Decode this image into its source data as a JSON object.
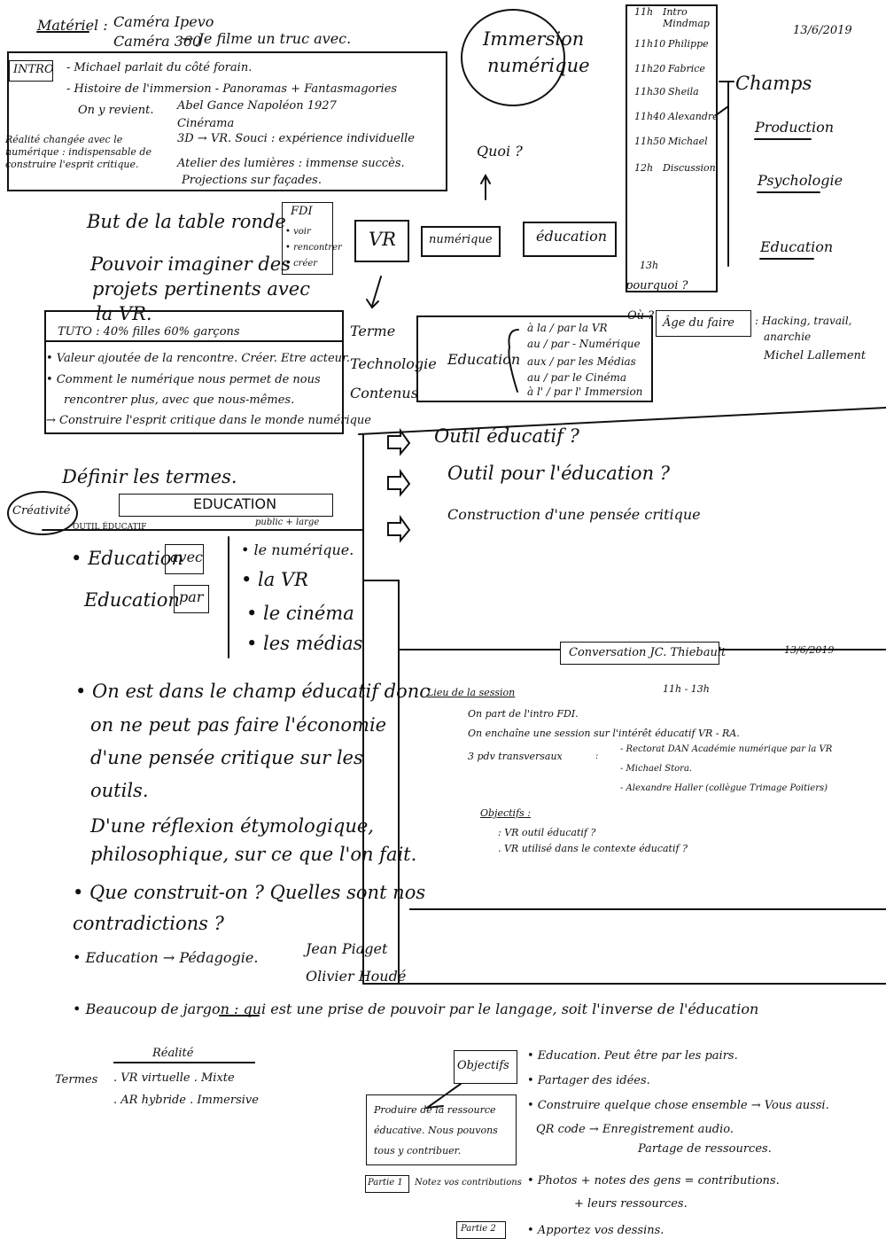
{
  "header": {
    "materiel_label": "Matériel :",
    "materiel_line1": "Caméra Ipevo",
    "materiel_line2": "Caméra 360",
    "film_note": "Je filme un truc avec.",
    "title_circle_line1": "Immersion",
    "title_circle_line2": "numérique",
    "date": "13/6/2019",
    "quoi": "Quoi ?",
    "pourquoi": "pourquoi ?",
    "ou": "Où ?"
  },
  "intro": {
    "label": "INTRO",
    "lines": [
      "- Michael parlait du côté forain.",
      "- Histoire de l'immersion - Panoramas + Fantasmagories",
      "Abel Gance Napoléon 1927",
      "Cinérama",
      "3D → VR. Souci : expérience individuelle",
      "Atelier des lumières : immense succès.",
      "Projections sur façades."
    ],
    "side_label": "On y revient.",
    "side_note_lines": [
      "Réalité changée avec le",
      "numérique : indispensable de",
      "construire l'esprit critique."
    ]
  },
  "schedule": {
    "rows": [
      {
        "time": "11h",
        "name": "Intro Mindmap"
      },
      {
        "time": "11h10",
        "name": "Philippe"
      },
      {
        "time": "11h20",
        "name": "Fabrice"
      },
      {
        "time": "11h30",
        "name": "Sheila"
      },
      {
        "time": "11h40",
        "name": "Alexandre"
      },
      {
        "time": "11h50",
        "name": "Michael"
      },
      {
        "time": "12h",
        "name": "Discussion"
      },
      {
        "time": "13h",
        "name": ""
      }
    ]
  },
  "champs": {
    "title": "Champs",
    "items": [
      "Production",
      "Psychologie",
      "Education"
    ]
  },
  "but": {
    "title": "But de la table ronde",
    "fdi_title": "FDI",
    "fdi_items": [
      "• voir",
      "• rencontrer",
      "• créer"
    ],
    "text_lines": [
      "Pouvoir imaginer des",
      "projets pertinents avec",
      "la VR."
    ]
  },
  "keywords": {
    "vr": "VR",
    "numerique": "numérique",
    "education": "éducation"
  },
  "tuto": {
    "title": "TUTO : 40% filles 60% garçons",
    "items": [
      "• Valeur ajoutée de la rencontre. Créer. Etre acteur.",
      "• Comment le numérique nous permet de nous",
      "rencontrer plus, avec que nous-mêmes.",
      "→ Construire l'esprit critique dans le monde numérique"
    ],
    "side_words": [
      "Terme",
      "Technologie",
      "Contenus"
    ]
  },
  "education_box": {
    "label": "Education",
    "branches": [
      "à la / par la VR",
      "au / par - Numérique",
      "aux / par les Médias",
      "au / par le Cinéma",
      "à l' / par l' Immersion"
    ]
  },
  "age": {
    "title": "Âge du faire",
    "note_line1": ": Hacking, travail,",
    "note_line2": "anarchie",
    "author": "Michel Lallement"
  },
  "outils": [
    "Outil éducatif ?",
    "Outil pour l'éducation ?",
    "Construction d'une pensée critique"
  ],
  "definir": {
    "title": "Définir les termes.",
    "creativite": "Créativité",
    "education_label": "EDUCATION",
    "outil_educatif": "OUTIL ÉDUCATIF",
    "public_large": "public + large",
    "avec_left": "Education",
    "avec_box": "avec",
    "par_left": "Education",
    "par_box": "par",
    "list": [
      "• le numérique.",
      "• la VR",
      "• le cinéma",
      "• les médias"
    ]
  },
  "notes": {
    "lines": [
      "• On est dans le champ éducatif donc",
      "on ne peut pas faire l'économie",
      "d'une pensée critique sur les",
      "outils.",
      "D'une réflexion étymologique,",
      "philosophique, sur ce que l'on fait.",
      "• Que construit-on ? Quelles sont nos",
      "contradictions ?",
      "• Education → Pédagogie.",
      "Jean Piaget",
      "Olivier Houdé"
    ],
    "jargon": "• Beaucoup de jargon : qui est une prise de pouvoir par le langage, soit l'inverse de l'éducation"
  },
  "conversation": {
    "title": "Conversation JC. Thiebault",
    "date": "13/6/2019",
    "hours": "11h - 13h",
    "section": "Lieu de la session",
    "lines": [
      "On part de l'intro FDI.",
      "On enchaîne une session sur l'intérêt éducatif VR - RA."
    ],
    "pdv_label": "3 pdv transversaux",
    "pdv_items": [
      "- Rectorat DAN Académie numérique par la VR",
      "- Michael Stora.",
      "- Alexandre Haller (collègue Trimage Poitiers)"
    ],
    "objectifs_title": "Objectifs :",
    "objectifs": [
      ": VR outil éducatif ?",
      ". VR utilisé dans le contexte éducatif ?"
    ]
  },
  "realite": {
    "title": "Réalité",
    "termes": "Termes",
    "row1": ". VR virtuelle . Mixte",
    "row2": ". AR hybride . Immersive"
  },
  "objectifs_box": {
    "label": "Objectifs",
    "production_lines": [
      "Produire de la ressource",
      "éducative. Nous pouvons",
      "tous y contribuer."
    ],
    "partie1": "Partie 1",
    "partie1_note": "Notez vos contributions",
    "partie2": "Partie 2",
    "items": [
      "• Education. Peut être par les pairs.",
      "• Partager des idées.",
      "• Construire quelque chose ensemble → Vous aussi.",
      "QR code → Enregistrement audio.",
      "Partage de ressources.",
      "• Photos + notes des gens = contributions.",
      "+ leurs ressources.",
      "• Apportez vos dessins."
    ]
  }
}
